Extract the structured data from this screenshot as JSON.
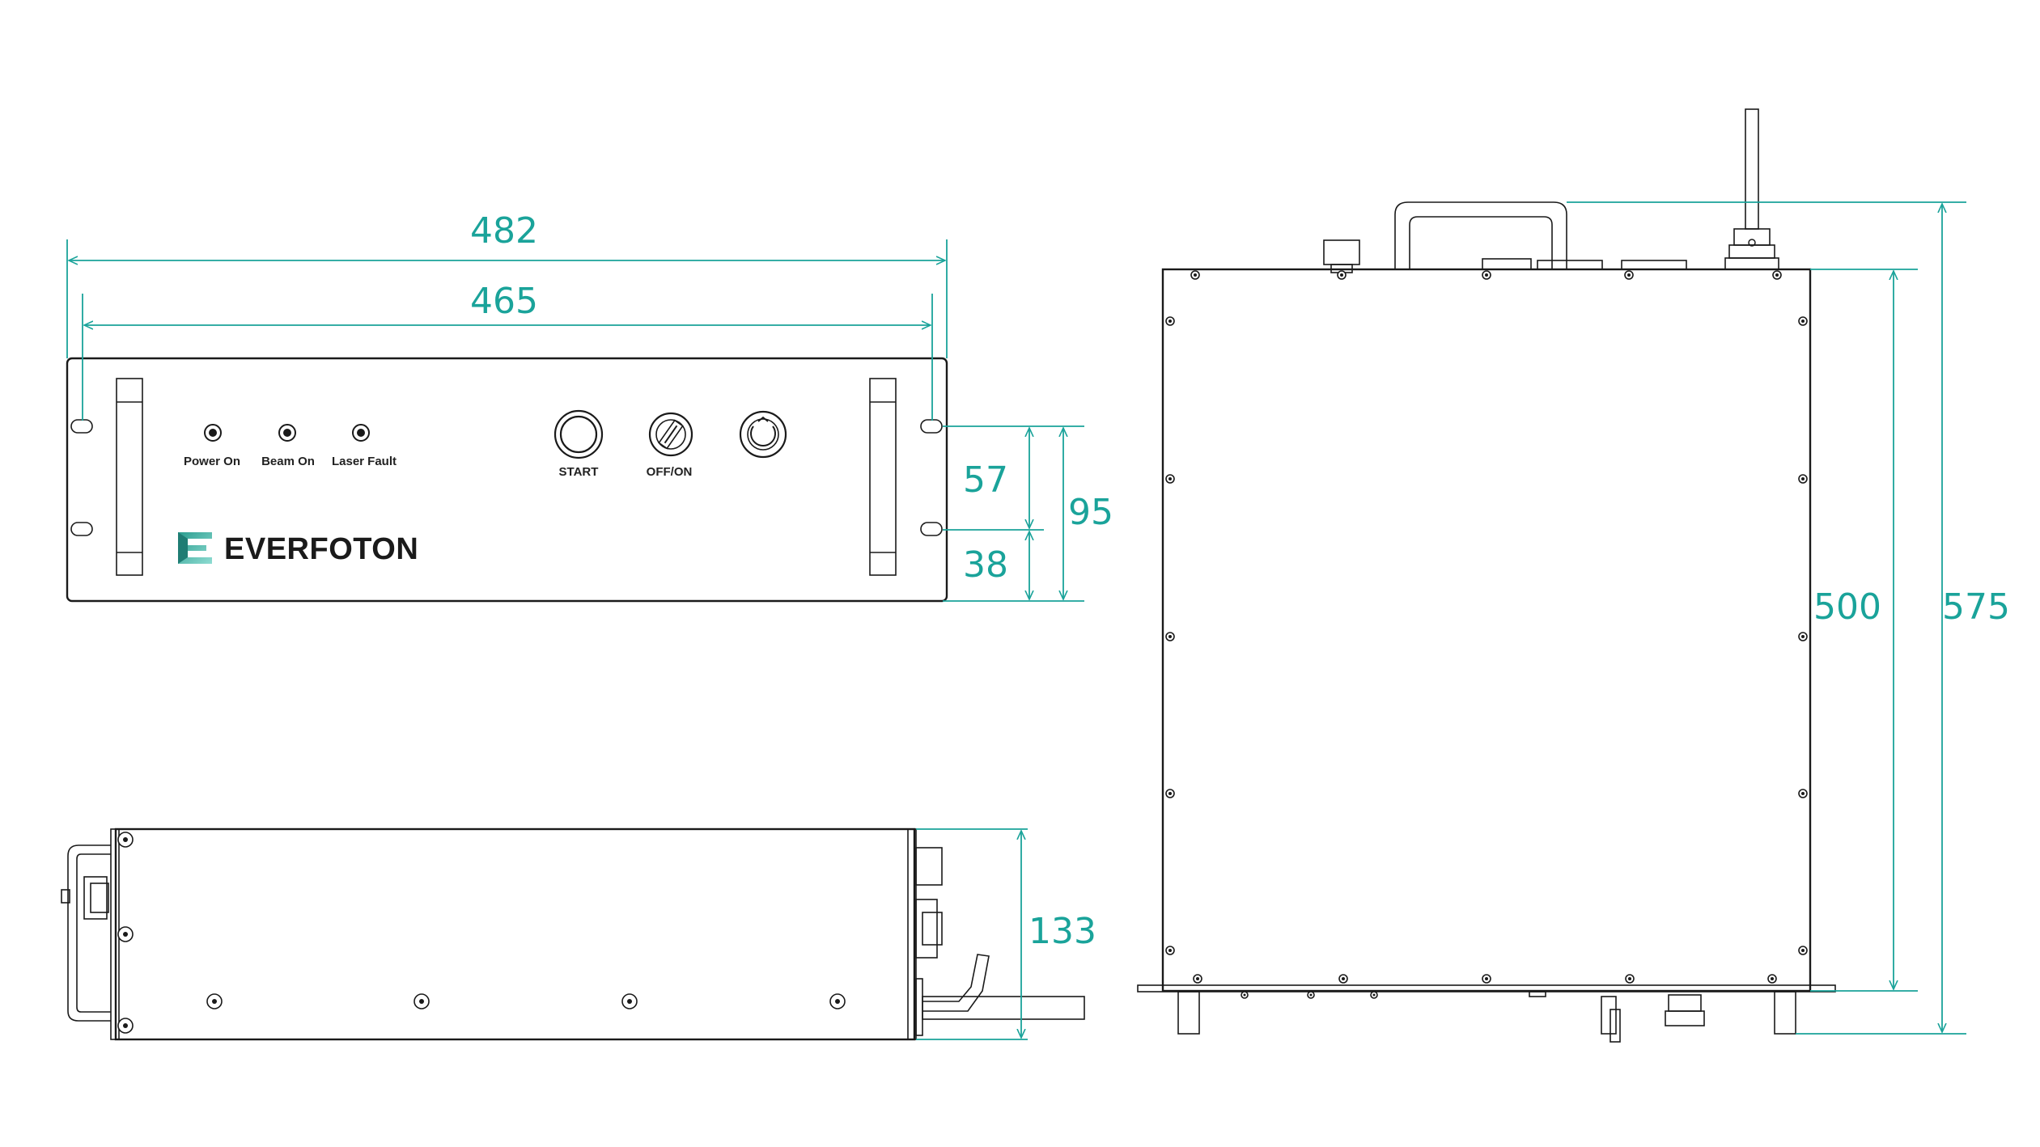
{
  "colors": {
    "line": "#1a1a1a",
    "dimension": "#1aa39a",
    "logo_gradient_start": "#2a9d8f",
    "logo_gradient_end": "#7fd1c8"
  },
  "front_panel": {
    "indicators": [
      {
        "label": "Power On"
      },
      {
        "label": "Beam On"
      },
      {
        "label": "Laser Fault"
      }
    ],
    "controls": [
      {
        "label": "START",
        "icon": "start-button-icon"
      },
      {
        "label": "OFF/ON",
        "icon": "key-switch-icon"
      },
      {
        "label": "",
        "icon": "emergency-stop-icon"
      }
    ],
    "logo": {
      "text": "EVERFOTON",
      "icon": "everfoton-logo-icon"
    }
  },
  "dimensions": {
    "overall_width": "482",
    "mounting_width": "465",
    "upper_mount_height": "57",
    "lower_mount_height": "38",
    "panel_height": "95",
    "side_height": "133",
    "top_depth_body": "500",
    "top_depth_overall": "575"
  }
}
